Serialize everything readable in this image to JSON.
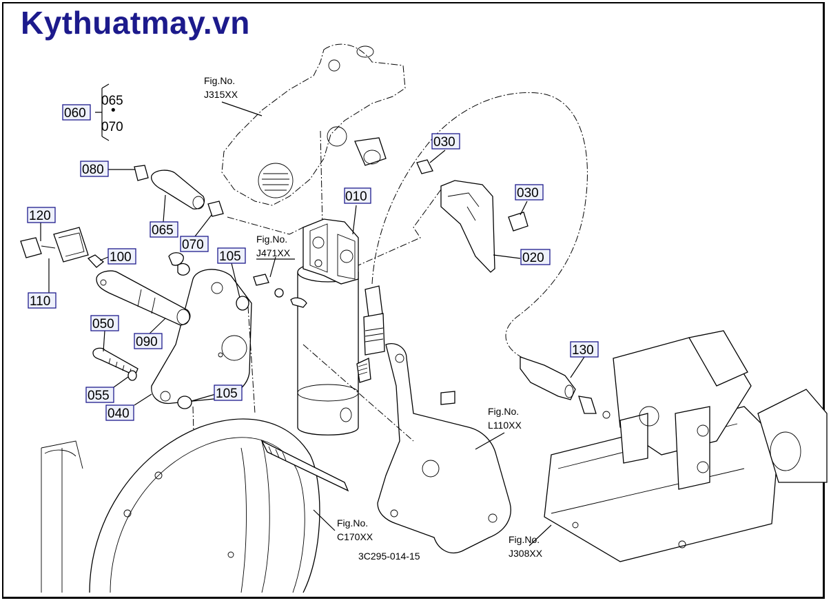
{
  "watermark": "Kythuatmay.vn",
  "drawing_code": "3C295-014-15",
  "group_060": {
    "main": "060",
    "sub_top": "065",
    "sub_bottom": "070"
  },
  "part_labels": {
    "p010": "010",
    "p020": "020",
    "p030a": "030",
    "p030b": "030",
    "p040": "040",
    "p050": "050",
    "p055": "055",
    "p065": "065",
    "p070": "070",
    "p080": "080",
    "p090": "090",
    "p100": "100",
    "p105a": "105",
    "p105b": "105",
    "p110": "110",
    "p120": "120",
    "p130": "130"
  },
  "fig_refs": {
    "j315": {
      "line1": "Fig.No.",
      "line2": "J315XX"
    },
    "j471": {
      "line1": "Fig.No.",
      "line2": "J471XX"
    },
    "l110": {
      "line1": "Fig.No.",
      "line2": "L110XX"
    },
    "c170": {
      "line1": "Fig.No.",
      "line2": "C170XX"
    },
    "j308": {
      "line1": "Fig.No.",
      "line2": "J308XX"
    }
  }
}
